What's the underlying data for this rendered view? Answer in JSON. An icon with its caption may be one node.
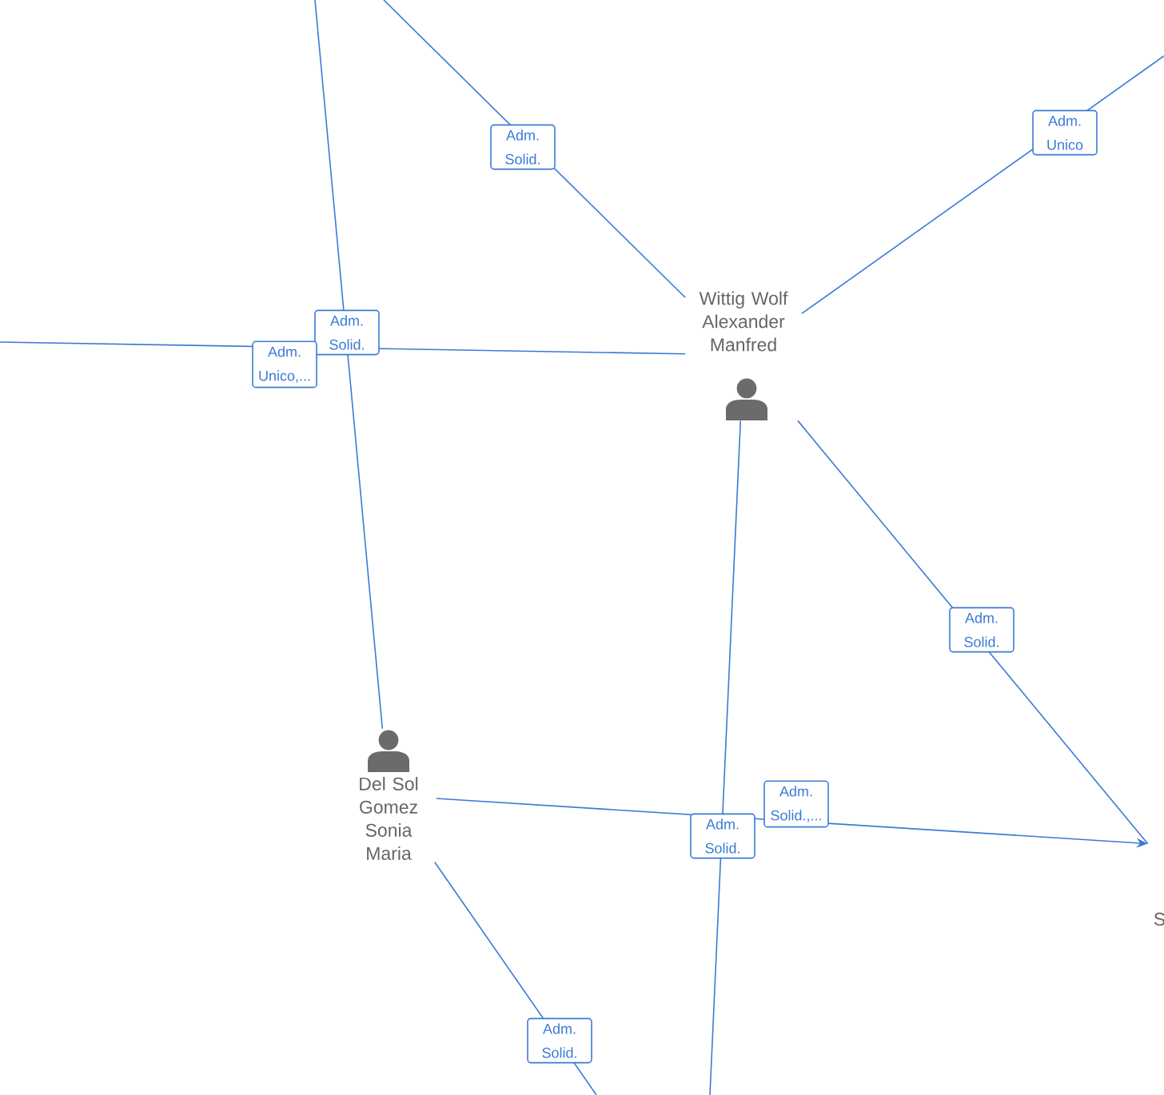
{
  "diagram": {
    "nodes": [
      {
        "text": [
          "Wittig Wolf Alexander Manfred"
        ]
      },
      {
        "text": [
          "Del Sol Gomez Sonia Maria"
        ]
      },
      {
        "text": [
          "S"
        ]
      }
    ],
    "edges": [
      {
        "from": null,
        "to": 1,
        "arrow": "none",
        "label": "Adm. Solid."
      },
      {
        "from": null,
        "to": 0,
        "arrow": "none",
        "label": "Adm. Solid."
      },
      {
        "from": null,
        "to": 0,
        "arrow": "none",
        "label": "Adm. Unico"
      },
      {
        "from": null,
        "to": 0,
        "arrow": "none",
        "label": "Adm. Unico,..."
      },
      {
        "from": 0,
        "to": null,
        "arrow": "none",
        "label": "Adm. Solid."
      },
      {
        "from": 0,
        "to": 2,
        "arrow": "none",
        "label": "Adm. Solid."
      },
      {
        "from": 1,
        "to": 2,
        "arrow": "to",
        "label": "Adm. Solid.,..."
      },
      {
        "from": 1,
        "to": null,
        "arrow": "none",
        "label": "Adm. Solid."
      }
    ]
  }
}
